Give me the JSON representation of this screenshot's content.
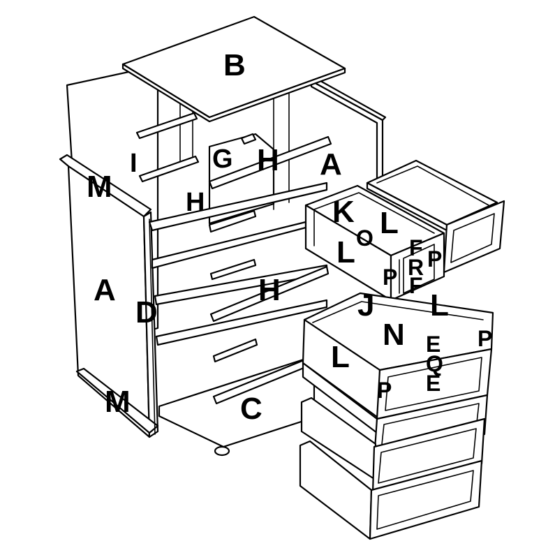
{
  "diagram": {
    "parts": {
      "A1": "A",
      "A2": "A",
      "B": "B",
      "C": "C",
      "D": "D",
      "E1": "E",
      "E2": "E",
      "F1": "F",
      "F2": "F",
      "G": "G",
      "H1": "H",
      "H2": "H",
      "H3": "H",
      "I": "I",
      "J": "J",
      "K": "K",
      "L1": "L",
      "L2": "L",
      "L3": "L",
      "L4": "L",
      "M1": "M",
      "M2": "M",
      "N": "N",
      "O": "O",
      "P1": "P",
      "P2": "P",
      "P3": "P",
      "P4": "P",
      "Q": "Q",
      "R": "R"
    }
  }
}
